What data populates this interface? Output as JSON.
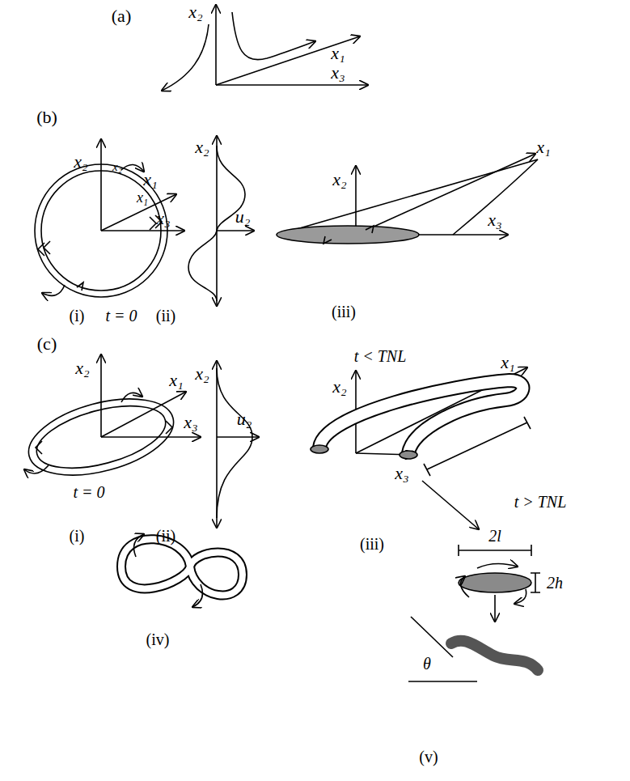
{
  "diagram": {
    "labels": [
      "(a)",
      "x₂",
      "x₁",
      "x₃",
      "(b)",
      "x₂",
      "x₂",
      "x₁",
      "x₁",
      "x₃",
      "(i)",
      "t = 0",
      "(ii)",
      "x₂",
      "u₂",
      "x₂",
      "x₁",
      "x₃",
      "(iii)",
      "(c)",
      "x₂",
      "x₁",
      "x₃",
      "t = 0",
      "(i)",
      "x₂",
      "u₂",
      "(ii)",
      "t < TNL",
      "x₂",
      "x₁",
      "x₃",
      "(iii)",
      "(iv)",
      "t > TNL",
      "2l",
      "2h",
      "θ",
      "(v)"
    ]
  }
}
